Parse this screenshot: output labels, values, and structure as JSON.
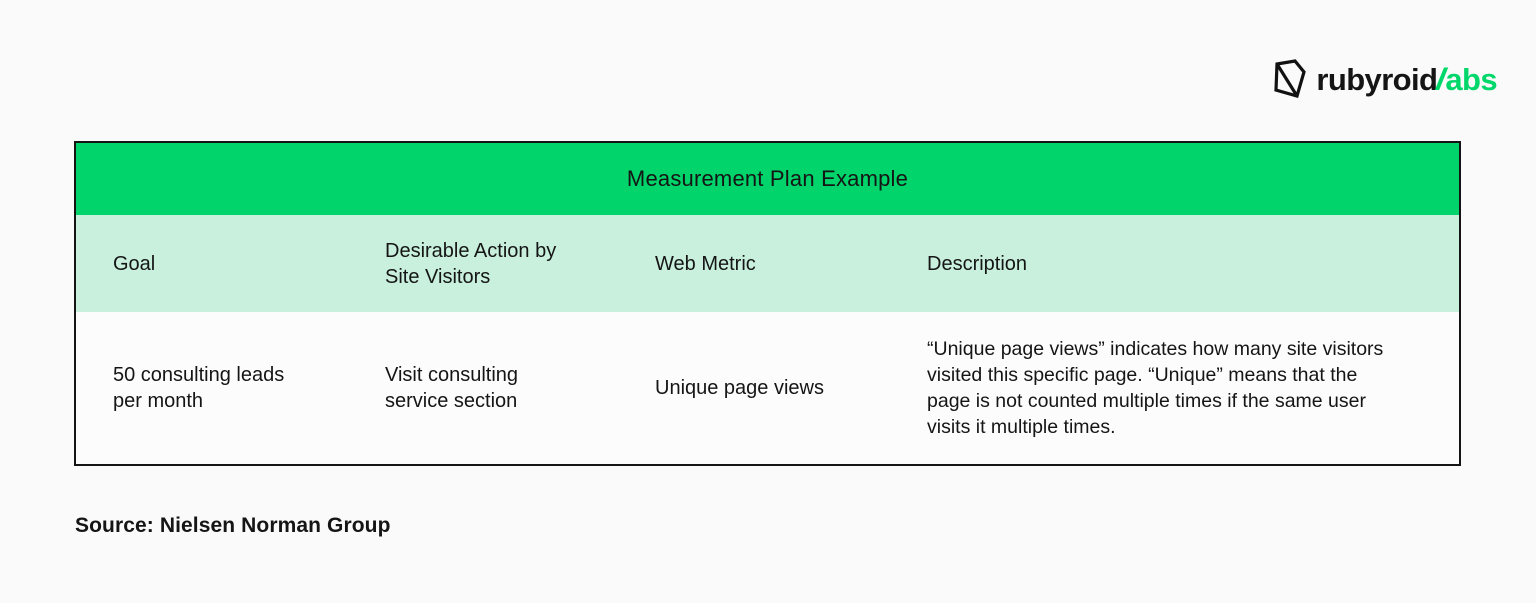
{
  "colors": {
    "page-bg": "#fafafa",
    "brand-green": "#00d76b",
    "title-bg": "#00d46a",
    "header-bg": "#c8f0dd",
    "text": "#151515",
    "border": "#141414"
  },
  "logo": {
    "brand_black": "rubyroid",
    "brand_green_l": "l",
    "brand_green_rest": "abs"
  },
  "chart_data": {
    "type": "table",
    "title": "Measurement Plan Example",
    "columns": [
      "Goal",
      "Desirable Action by Site Visitors",
      "Web Metric",
      "Description"
    ],
    "rows": [
      [
        "50 consulting leads per month",
        "Visit consulting service section",
        "Unique page views",
        "“Unique page views” indicates how many site visitors visited this specific page. “Unique” means that the page is not counted multiple times if the same user visits it multiple times."
      ]
    ],
    "layout": {
      "title_bar": "green",
      "header_row_bg": "light-green",
      "grid": "outer-border-only"
    }
  },
  "table": {
    "title": "Measurement Plan Example",
    "headers": [
      "Goal",
      "Desirable Action by Site Visitors",
      "Web Metric",
      "Description"
    ],
    "row": {
      "goal": "50 consulting leads per month",
      "action": "Visit consulting service section",
      "metric": "Unique page views",
      "description": "“Unique page views” indicates how many site visitors visited this specific page. “Unique” means that the page is not counted multiple times if the same user visits it multiple times."
    }
  },
  "source": "Source: Nielsen Norman Group"
}
